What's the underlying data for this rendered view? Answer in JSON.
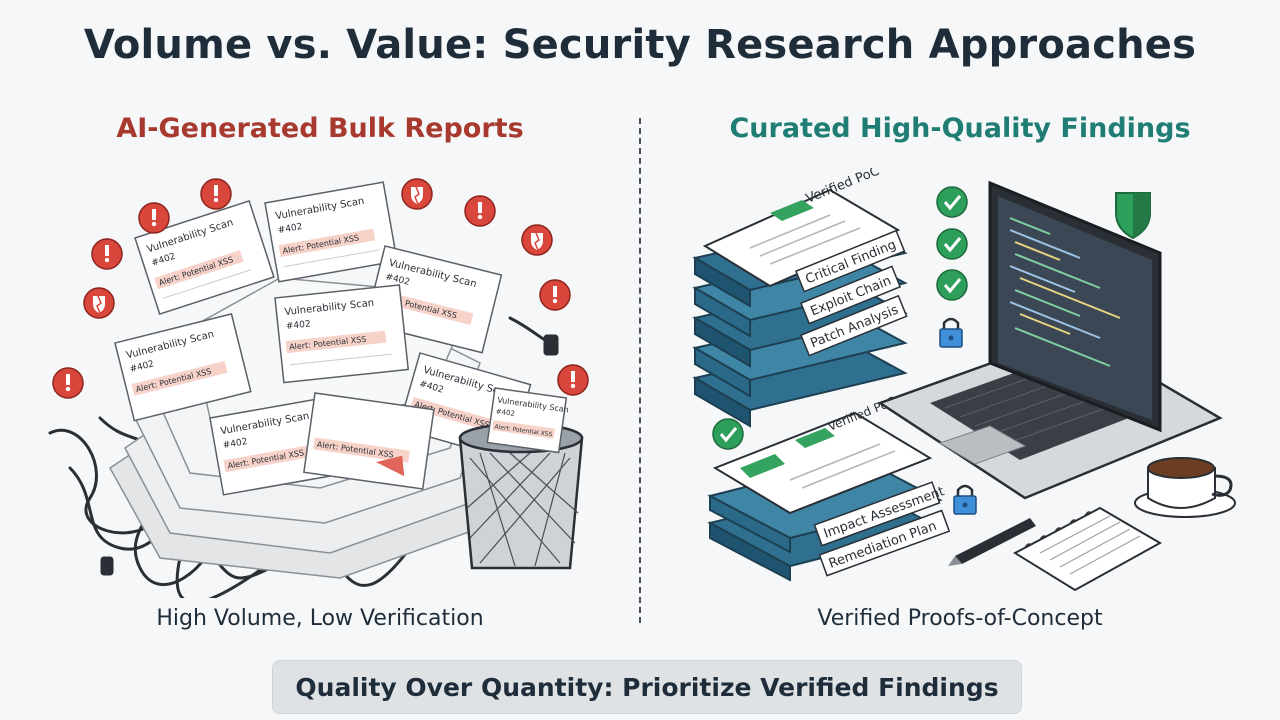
{
  "title": "Volume vs. Value: Security Research Approaches",
  "left": {
    "heading": "AI-Generated Bulk Reports",
    "caption": "High Volume, Low Verification",
    "paper_title": "Vulnerability Scan",
    "paper_id": "#402",
    "paper_alert": "Alert: Potential XSS"
  },
  "right": {
    "heading": "Curated High-Quality Findings",
    "caption": "Verified Proofs-of-Concept",
    "doc_title": "Verified PoC",
    "stack_top_labels": [
      "Critical Finding",
      "Exploit Chain",
      "Patch Analysis"
    ],
    "stack_bottom_labels": [
      "Impact Assessment",
      "Remediation Plan"
    ]
  },
  "banner": "Quality Over Quantity: Prioritize Verified Findings",
  "colors": {
    "alert_red": "#d9463b",
    "check_green": "#2e9e5b",
    "teal": "#1f7d74",
    "binder_blue": "#2f6f8f"
  }
}
